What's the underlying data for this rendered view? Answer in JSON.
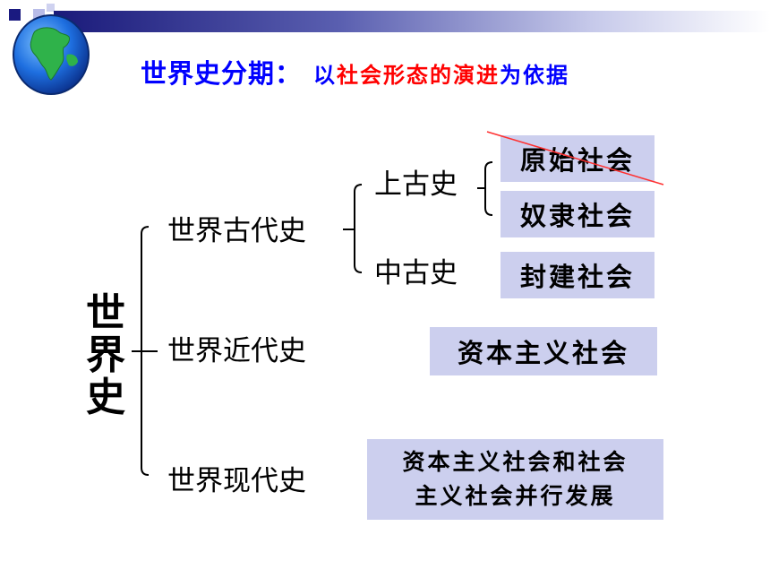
{
  "title": {
    "main": "世界史分期",
    "colon": "：",
    "subtitle_prefix": "以",
    "subtitle_red": "社会形态的演进",
    "subtitle_suffix": "为依据"
  },
  "tree": {
    "root": "世界史",
    "ancient": {
      "label": "世界古代史",
      "upper": {
        "label": "上古史",
        "societies": [
          "原始社会",
          "奴隶社会"
        ]
      },
      "middle": {
        "label": "中古史",
        "society": "封建社会"
      }
    },
    "modern": {
      "label": "世界近代史",
      "society": "资本主义社会"
    },
    "contemporary": {
      "label": "世界现代史",
      "society_lines": [
        "资本主义社会和社会",
        "主义社会并行发展"
      ]
    }
  },
  "colors": {
    "title": "#0000ff",
    "highlight": "#ff0000",
    "box_fill": "#cccfee",
    "strike_line": "#ff3030"
  },
  "icons": [
    "globe-icon"
  ]
}
